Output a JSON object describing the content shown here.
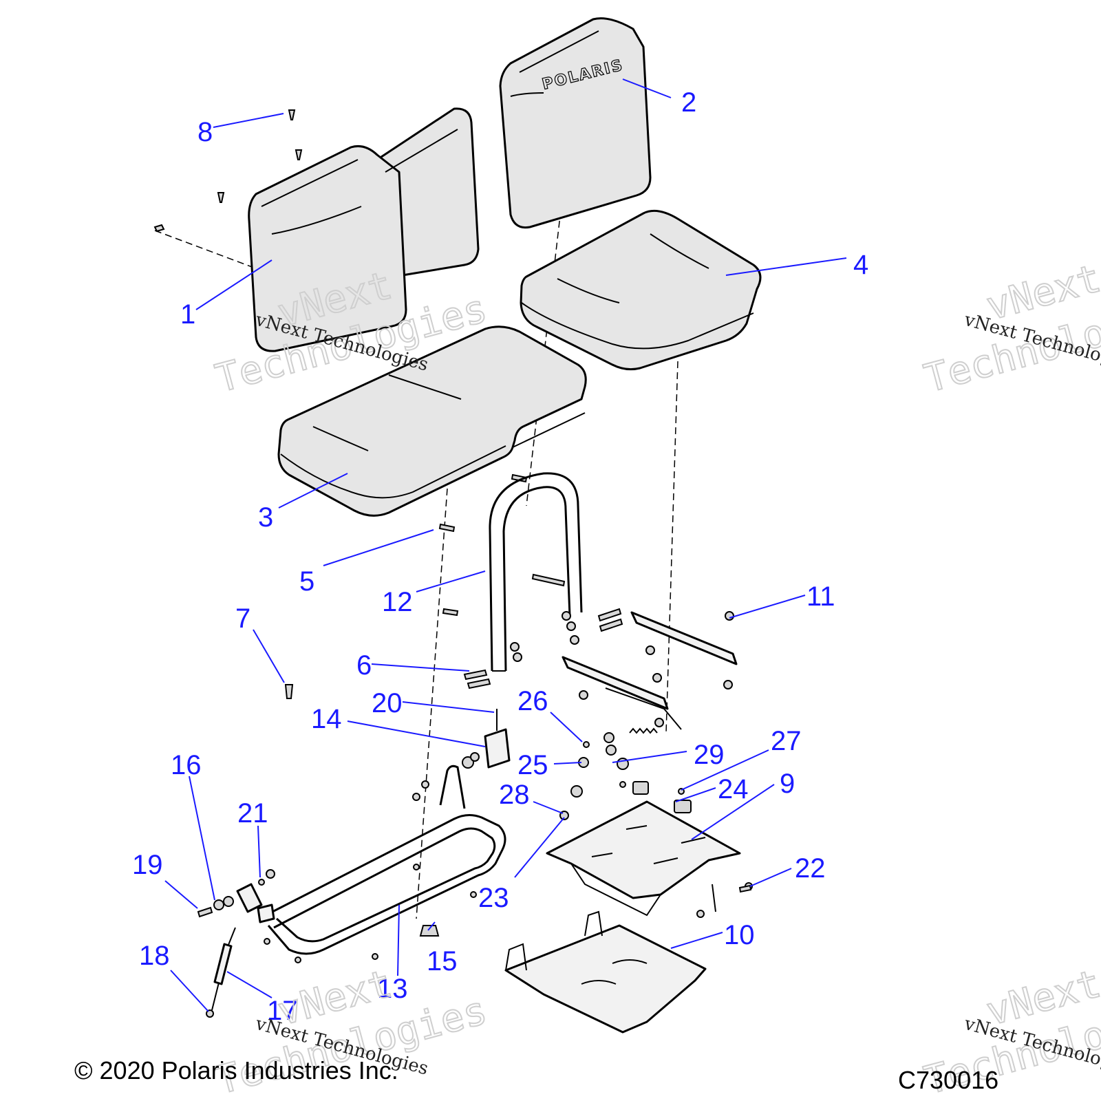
{
  "callouts": [
    {
      "label": "1"
    },
    {
      "label": "2"
    },
    {
      "label": "3"
    },
    {
      "label": "4"
    },
    {
      "label": "5"
    },
    {
      "label": "6"
    },
    {
      "label": "7"
    },
    {
      "label": "8"
    },
    {
      "label": "9"
    },
    {
      "label": "10"
    },
    {
      "label": "11"
    },
    {
      "label": "12"
    },
    {
      "label": "13"
    },
    {
      "label": "14"
    },
    {
      "label": "15"
    },
    {
      "label": "16"
    },
    {
      "label": "17"
    },
    {
      "label": "18"
    },
    {
      "label": "19"
    },
    {
      "label": "20"
    },
    {
      "label": "21"
    },
    {
      "label": "22"
    },
    {
      "label": "23"
    },
    {
      "label": "24"
    },
    {
      "label": "25"
    },
    {
      "label": "26"
    },
    {
      "label": "27"
    },
    {
      "label": "28"
    },
    {
      "label": "29"
    }
  ],
  "seat_logo": "POLARIS",
  "watermark": {
    "line1": "vNext",
    "line2": "Technologies",
    "small": "vNext Technologies"
  },
  "footer": {
    "copyright": "© 2020 Polaris Industries Inc.",
    "code": "C730016"
  },
  "colors": {
    "callout": "#1a1aff",
    "part_fill": "#e6e6e6",
    "outline": "#000000"
  }
}
